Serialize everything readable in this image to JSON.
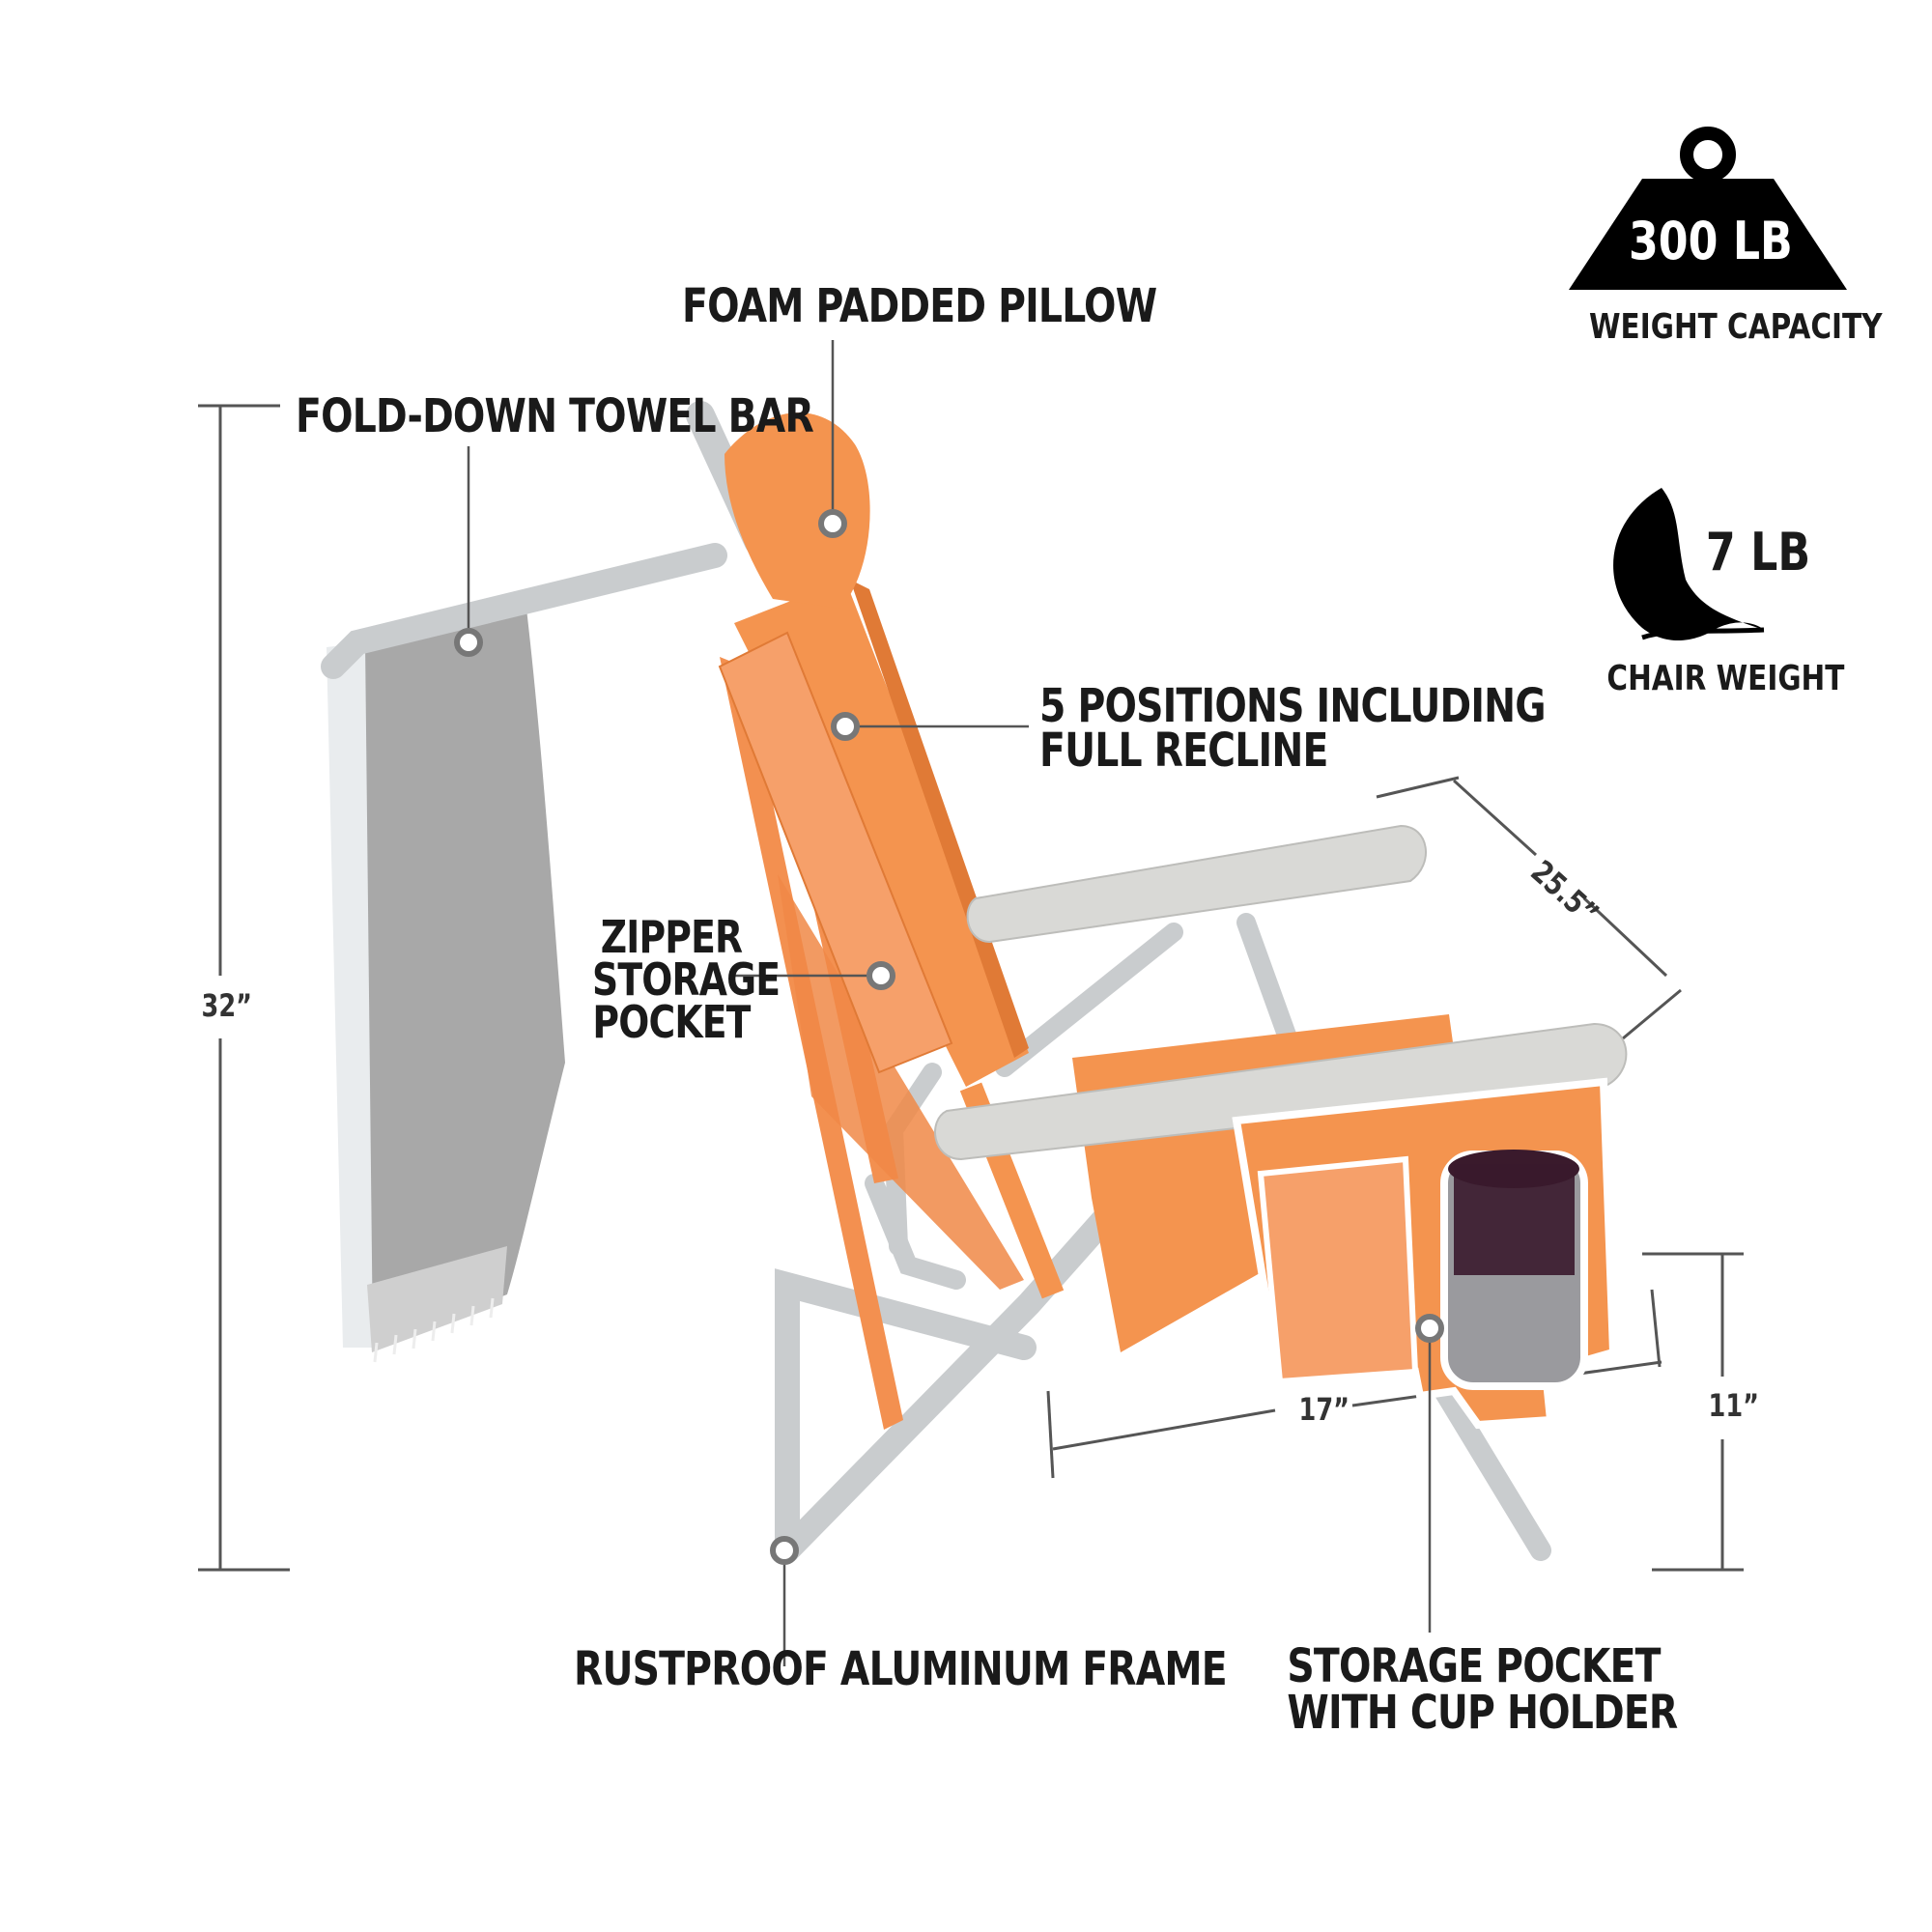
{
  "features": {
    "pillow": "FOAM PADDED PILLOW",
    "towel_bar": "FOLD-DOWN TOWEL BAR",
    "positions_line1": "5 POSITIONS INCLUDING",
    "positions_line2": "FULL RECLINE",
    "zipper_line1": "ZIPPER",
    "zipper_line2": "STORAGE",
    "zipper_line3": "POCKET",
    "frame": "RUSTPROOF ALUMINUM FRAME",
    "cup_line1": "STORAGE POCKET",
    "cup_line2": "WITH CUP HOLDER"
  },
  "specs": {
    "weight_capacity_value": "300 LB",
    "weight_capacity_label": "WEIGHT CAPACITY",
    "chair_weight_value": "7 LB",
    "chair_weight_label": "CHAIR WEIGHT"
  },
  "dimensions": {
    "height": "32”",
    "armrest": "25.5”",
    "width": "17”",
    "seat_height": "11”"
  },
  "colors": {
    "fabric_orange": "#F4944F",
    "frame_silver": "#C9CCCE",
    "armrest_gray": "#D9D9D6",
    "towel_gray": "#A8A8A8",
    "text_dark": "#1a1a1a"
  },
  "icons": [
    "weight-icon",
    "feather-icon"
  ]
}
